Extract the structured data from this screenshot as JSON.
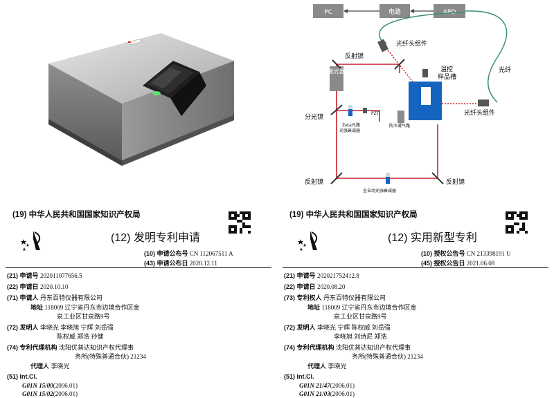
{
  "diagram": {
    "boxes": {
      "pc": "PC",
      "circuit": "电路",
      "apd": "APD",
      "laser": "激光器"
    },
    "labels": {
      "mirror_top": "反射镜",
      "fiber_head_top": "光纤头组件",
      "fiber": "光纤",
      "temp_cell": "温控\n样品槽",
      "beam_splitter": "分光镜",
      "pzt": "PZT",
      "zeta": "Zeta光路\n光强衰减器",
      "anticondensation": "防冷凝气路",
      "fiber_head_right": "光纤头组件",
      "mirror_bottom_left": "反射镜",
      "mirror_bottom_right": "反射镜",
      "auto_attenuator": "全自动光强衰减器"
    },
    "colors": {
      "beam": "#c8202a",
      "cell": "#1565c0",
      "fiber": "#3a8f6a"
    }
  },
  "left_doc": {
    "office": "(19) 中华人民共和国国家知识产权局",
    "title": "(12) 发明专利申请",
    "pub_no_label": "(10) 申请公布号",
    "pub_no": "CN 112067511 A",
    "pub_date_label": "(43) 申请公布日",
    "pub_date": "2020.12.11",
    "fields": [
      {
        "code": "(21) 申请号",
        "value": "202011077656.5"
      },
      {
        "code": "(22) 申请日",
        "value": "2020.10.10"
      },
      {
        "code": "(71) 申请人",
        "value": "丹东百特仪器有限公司"
      },
      {
        "code": "地址",
        "value": "118009  辽宁省丹东市边境合作区金"
      },
      {
        "code": "",
        "value": "泉工业区甘泉路9号"
      },
      {
        "code": "(72) 发明人",
        "value": "李晓光   李晓旭   宁辉   刘岳强"
      },
      {
        "code": "",
        "value": "陈权威   郑浩   孙健"
      },
      {
        "code": "(74) 专利代理机构",
        "value": "沈阳优普达知识产权代理事"
      },
      {
        "code": "",
        "value": "务所(特殊普通合伙) 21234"
      },
      {
        "code": "代理人",
        "value": "李晓光"
      },
      {
        "code": "(51) Int.Cl.",
        "value": ""
      }
    ],
    "ipc": [
      {
        "class": "G01N 15/00",
        "year": "(2006.01)"
      },
      {
        "class": "G01N 15/02",
        "year": "(2006.01)"
      }
    ]
  },
  "right_doc": {
    "office": "(19) 中华人民共和国国家知识产权局",
    "title": "(12) 实用新型专利",
    "pub_no_label": "(10) 授权公告号",
    "pub_no": "CN 213398191 U",
    "pub_date_label": "(45) 授权公告日",
    "pub_date": "2021.06.08",
    "fields": [
      {
        "code": "(21) 申请号",
        "value": "202021752412.8"
      },
      {
        "code": "(22) 申请日",
        "value": "2020.08.20"
      },
      {
        "code": "(73) 专利权人",
        "value": "丹东百特仪器有限公司"
      },
      {
        "code": "地址",
        "value": "118009  辽宁省丹东市边境合作区金"
      },
      {
        "code": "",
        "value": "泉工业区甘泉路9号"
      },
      {
        "code": "(72) 发明人",
        "value": "李晓光   宁辉   陈权威   刘岳强"
      },
      {
        "code": "",
        "value": "李晓旭   刘诗尼   郑浩"
      },
      {
        "code": "(74) 专利代理机构",
        "value": "沈阳优普达知识产权代理事"
      },
      {
        "code": "",
        "value": "务所(特殊普通合伙) 21234"
      },
      {
        "code": "代理人",
        "value": "李晓光"
      },
      {
        "code": "(51) Int.Cl.",
        "value": ""
      }
    ],
    "ipc": [
      {
        "class": "G01N 21/47",
        "year": "(2006.01)"
      },
      {
        "class": "G01N 21/03",
        "year": "(2006.01)"
      }
    ]
  }
}
